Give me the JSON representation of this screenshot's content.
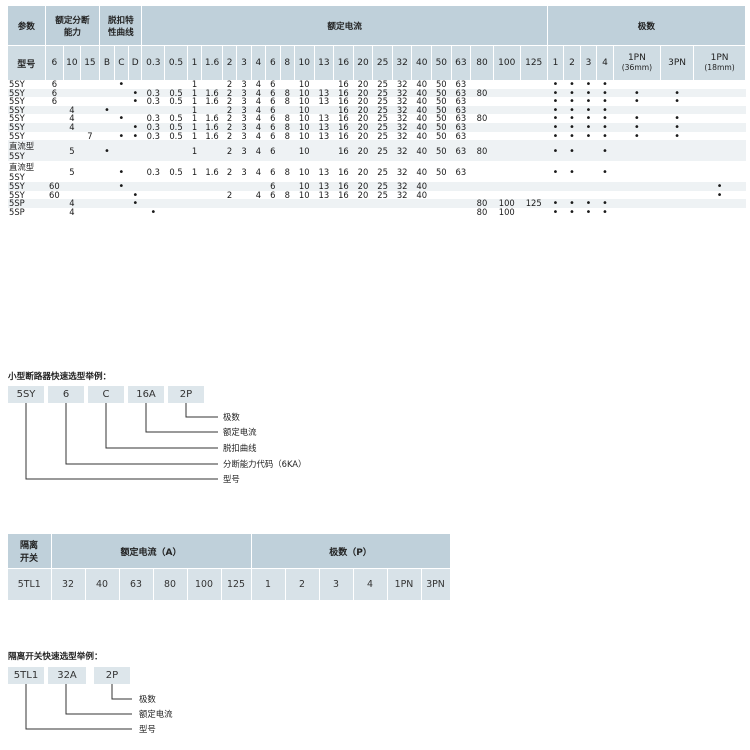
{
  "spec_table": {
    "header1": {
      "param": "参数",
      "breaking": [
        "额定分断",
        "能力"
      ],
      "trip": [
        "脱扣特",
        "性曲线"
      ],
      "current": "额定电流",
      "poles": "极数"
    },
    "header2": {
      "model": "型号",
      "breaking": [
        "6",
        "10",
        "15"
      ],
      "trip": [
        "B",
        "C",
        "D"
      ],
      "current": [
        "0.3",
        "0.5",
        "1",
        "1.6",
        "2",
        "3",
        "4",
        "6",
        "8",
        "10",
        "13",
        "16",
        "20",
        "25",
        "32",
        "40",
        "50",
        "63",
        "80",
        "100",
        "125"
      ],
      "poles": [
        "1",
        "2",
        "3",
        "4",
        "1PN\n(36mm)",
        "3PN",
        "1PN\n(18mm)"
      ]
    },
    "rows": [
      [
        "5SY",
        "6",
        "",
        "",
        "",
        "•",
        "",
        "",
        "",
        "1",
        "",
        "2",
        "3",
        "4",
        "6",
        "",
        "10",
        "",
        "16",
        "20",
        "25",
        "32",
        "40",
        "50",
        "63",
        "",
        "",
        "",
        "•",
        "•",
        "•",
        "•",
        "",
        "",
        ""
      ],
      [
        "5SY",
        "6",
        "",
        "",
        "",
        "",
        "•",
        "0.3",
        "0.5",
        "1",
        "1.6",
        "2",
        "3",
        "4",
        "6",
        "8",
        "10",
        "13",
        "16",
        "20",
        "25",
        "32",
        "40",
        "50",
        "63",
        "80",
        "",
        "",
        "•",
        "•",
        "•",
        "•",
        "•",
        "•",
        ""
      ],
      [
        "5SY",
        "6",
        "",
        "",
        "",
        "",
        "•",
        "0.3",
        "0.5",
        "1",
        "1.6",
        "2",
        "3",
        "4",
        "6",
        "8",
        "10",
        "13",
        "16",
        "20",
        "25",
        "32",
        "40",
        "50",
        "63",
        "",
        "",
        "",
        "•",
        "•",
        "•",
        "•",
        "•",
        "•",
        ""
      ],
      [
        "5SY",
        "",
        "4",
        "",
        "•",
        "",
        "",
        "",
        "",
        "1",
        "",
        "2",
        "3",
        "4",
        "6",
        "",
        "10",
        "",
        "16",
        "20",
        "25",
        "32",
        "40",
        "50",
        "63",
        "",
        "",
        "",
        "•",
        "•",
        "•",
        "•",
        "",
        "",
        ""
      ],
      [
        "5SY",
        "",
        "4",
        "",
        "",
        "•",
        "",
        "0.3",
        "0.5",
        "1",
        "1.6",
        "2",
        "3",
        "4",
        "6",
        "8",
        "10",
        "13",
        "16",
        "20",
        "25",
        "32",
        "40",
        "50",
        "63",
        "80",
        "",
        "",
        "•",
        "•",
        "•",
        "•",
        "•",
        "•",
        ""
      ],
      [
        "5SY",
        "",
        "4",
        "",
        "",
        "",
        "•",
        "0.3",
        "0.5",
        "1",
        "1.6",
        "2",
        "3",
        "4",
        "6",
        "8",
        "10",
        "13",
        "16",
        "20",
        "25",
        "32",
        "40",
        "50",
        "63",
        "",
        "",
        "",
        "•",
        "•",
        "•",
        "•",
        "•",
        "•",
        ""
      ],
      [
        "5SY",
        "",
        "",
        "7",
        "",
        "•",
        "•",
        "0.3",
        "0.5",
        "1",
        "1.6",
        "2",
        "3",
        "4",
        "6",
        "8",
        "10",
        "13",
        "16",
        "20",
        "25",
        "32",
        "40",
        "50",
        "63",
        "",
        "",
        "",
        "•",
        "•",
        "•",
        "•",
        "•",
        "•",
        ""
      ],
      [
        "直流型\n5SY",
        "",
        "5",
        "",
        "•",
        "",
        "",
        "",
        "",
        "1",
        "",
        "2",
        "3",
        "4",
        "6",
        "",
        "10",
        "",
        "16",
        "20",
        "25",
        "32",
        "40",
        "50",
        "63",
        "80",
        "",
        "",
        "•",
        "•",
        "",
        "•",
        "",
        "",
        ""
      ],
      [
        "直流型\n5SY",
        "",
        "5",
        "",
        "",
        "•",
        "",
        "0.3",
        "0.5",
        "1",
        "1.6",
        "2",
        "3",
        "4",
        "6",
        "8",
        "10",
        "13",
        "16",
        "20",
        "25",
        "32",
        "40",
        "50",
        "63",
        "",
        "",
        "",
        "•",
        "•",
        "",
        "•",
        "",
        "",
        ""
      ],
      [
        "5SY",
        "60",
        "",
        "",
        "",
        "•",
        "",
        "",
        "",
        "",
        "",
        "",
        "",
        "",
        "6",
        "",
        "10",
        "13",
        "16",
        "20",
        "25",
        "32",
        "40",
        "",
        "",
        "",
        "",
        "",
        "",
        "",
        "",
        "",
        "",
        "",
        "•"
      ],
      [
        "5SY",
        "60",
        "",
        "",
        "",
        "",
        "•",
        "",
        "",
        "",
        "",
        "2",
        "",
        "4",
        "6",
        "8",
        "10",
        "13",
        "16",
        "20",
        "25",
        "32",
        "40",
        "",
        "",
        "",
        "",
        "",
        "",
        "",
        "",
        "",
        "",
        "",
        "•"
      ],
      [
        "5SP",
        "",
        "4",
        "",
        "",
        "",
        "•",
        "",
        "",
        "",
        "",
        "",
        "",
        "",
        "",
        "",
        "",
        "",
        "",
        "",
        "",
        "",
        "",
        "",
        "",
        "80",
        "100",
        "125",
        "•",
        "•",
        "•",
        "•",
        "",
        "",
        ""
      ],
      [
        "5SP",
        "",
        "4",
        "",
        "",
        "",
        "",
        "•",
        "",
        "",
        "",
        "",
        "",
        "",
        "",
        "",
        "",
        "",
        "",
        "",
        "",
        "",
        "",
        "",
        "",
        "80",
        "100",
        "",
        "•",
        "•",
        "•",
        "•",
        "",
        "",
        ""
      ]
    ]
  },
  "mcb_example": {
    "title": "小型断路器快速选型举例：",
    "codes": [
      "5SY",
      "6",
      "C",
      "16A",
      "2P"
    ],
    "labels": [
      "极数",
      "额定电流",
      "脱扣曲线",
      "分断能力代码（6KA）",
      "型号"
    ]
  },
  "isolator_table": {
    "head_label": "隔离\n开关",
    "current_label": "额定电流（A）",
    "poles_label": "极数（P）",
    "model": "5TL1",
    "currents": [
      "32",
      "40",
      "63",
      "80",
      "100",
      "125"
    ],
    "poles": [
      "1",
      "2",
      "3",
      "4",
      "1PN",
      "3PN"
    ]
  },
  "isolator_example": {
    "title": "隔离开关快速选型举例：",
    "codes": [
      "5TL1",
      "32A",
      "2P"
    ],
    "labels": [
      "极数",
      "额定电流",
      "型号"
    ]
  }
}
